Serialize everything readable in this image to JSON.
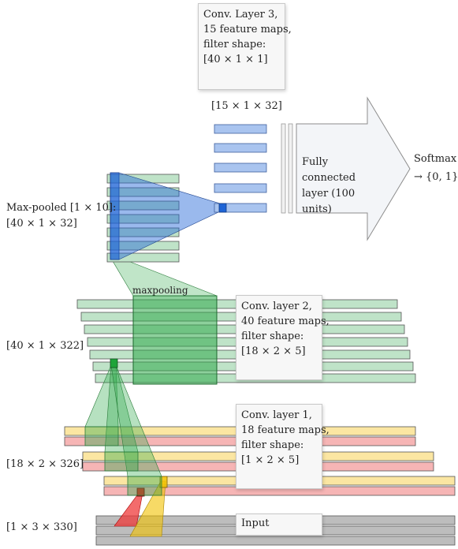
{
  "conv3": {
    "lines": [
      "Conv. Layer 3,",
      "15 feature maps,",
      "filter shape:",
      "[40 × 1 × 1]"
    ],
    "output_dim": "[15 × 1 × 32]"
  },
  "fully_connected": {
    "lines": [
      "Fully connected",
      "layer (100 units)"
    ]
  },
  "softmax": {
    "title": "Softmax",
    "output": "→ {0, 1}"
  },
  "maxpooled": {
    "lines": [
      "Max-pooled [1 × 10]:",
      "[40 × 1 × 32]"
    ]
  },
  "maxpooling_label": "maxpooling",
  "conv2": {
    "lines": [
      "Conv. layer 2,",
      "40 feature maps,",
      "filter shape:",
      "[18 × 2 × 5]"
    ],
    "output_dim": "[40 × 1 × 322]"
  },
  "conv1": {
    "lines": [
      "Conv. layer 1,",
      "18 feature maps,",
      "filter shape:",
      "[1 × 2 × 5]"
    ],
    "output_dim": "[18 × 2 × 326]"
  },
  "input": {
    "label": "Input",
    "dim": "[1 × 3 × 330]"
  },
  "colors": {
    "blue_fill": "#a9c4ef",
    "blue_stroke": "#3f5f9e",
    "blue_cone": "#1e64d6",
    "green_fill": "#bfe3c8",
    "green_stroke": "#3a7a4a",
    "green_dark": "#2faa4a",
    "yellow_fill": "#fbe6a2",
    "pink_fill": "#f6b5b5",
    "gray_fill": "#bdbdbd",
    "red_fill": "#ef3b3b",
    "yellow_cone": "#f2c200"
  }
}
